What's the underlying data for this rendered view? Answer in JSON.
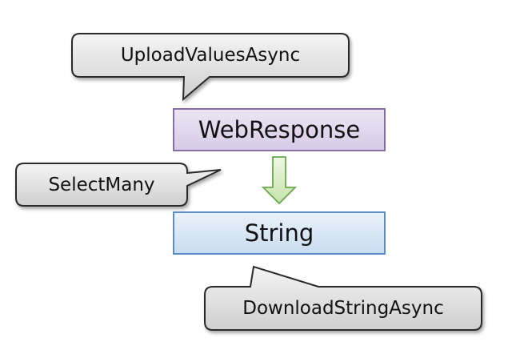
{
  "callouts": {
    "upload": "UploadValuesAsync",
    "select_many": "SelectMany",
    "download": "DownloadStringAsync"
  },
  "boxes": {
    "top": {
      "label": "WebResponse",
      "fill_top": "#ece6f4",
      "fill_bottom": "#d6cbe6",
      "border": "#7d5f9f"
    },
    "bottom": {
      "label": "String",
      "fill_top": "#eaf2fa",
      "fill_bottom": "#c9dcef",
      "border": "#4f81bd"
    }
  },
  "arrow": {
    "fill_top": "#eef7e4",
    "fill_bottom": "#c6e3a8",
    "border": "#6aa84f"
  },
  "callout_style": {
    "fill_top": "#f4f4f4",
    "fill_bottom": "#cfcfcf",
    "border": "#2b2b2b"
  }
}
